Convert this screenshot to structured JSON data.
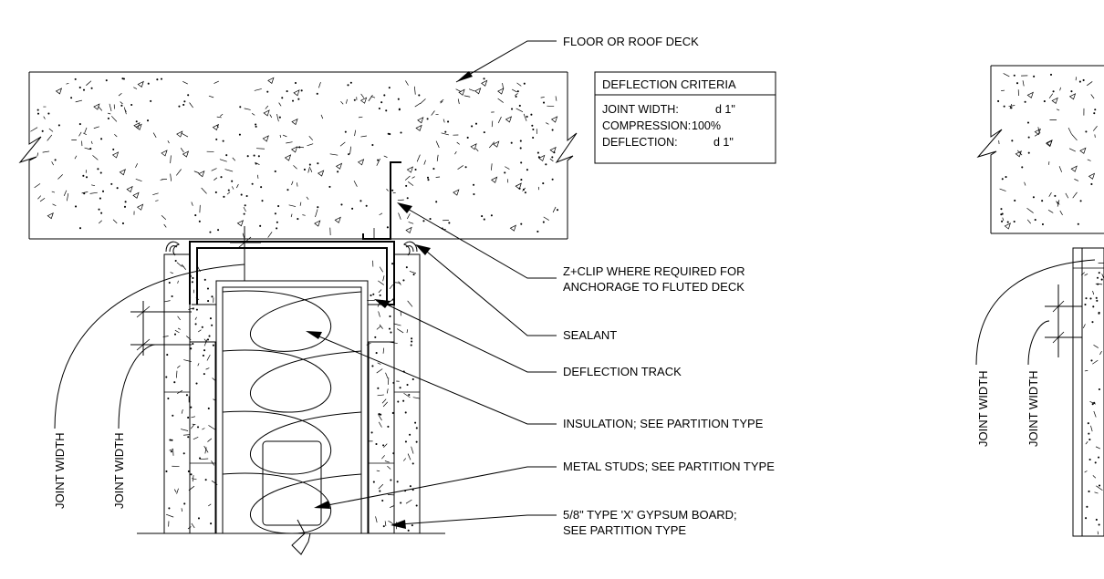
{
  "callouts": {
    "floor_deck": "FLOOR OR ROOF DECK",
    "z_clip_line1": "Z+CLIP WHERE REQUIRED FOR",
    "z_clip_line2": "ANCHORAGE TO FLUTED DECK",
    "sealant": "SEALANT",
    "deflection_track": "DEFLECTION TRACK",
    "insulation": "INSULATION; SEE PARTITION TYPE",
    "metal_studs": "METAL STUDS; SEE PARTITION TYPE",
    "gypsum_line1": "5/8\" TYPE 'X' GYPSUM BOARD;",
    "gypsum_line2": "SEE PARTITION TYPE"
  },
  "criteria_box": {
    "title": "DEFLECTION CRITERIA",
    "rows": [
      {
        "label": "JOINT WIDTH:",
        "value": "d 1\""
      },
      {
        "label": "COMPRESSION:",
        "value": "100%"
      },
      {
        "label": "DEFLECTION:",
        "value": "d 1\""
      }
    ]
  },
  "dimension_labels": {
    "left_outer": "JOINT WIDTH",
    "left_inner": "JOINT WIDTH",
    "right_outer": "JOINT WIDTH",
    "right_inner": "JOINT WIDTH"
  }
}
